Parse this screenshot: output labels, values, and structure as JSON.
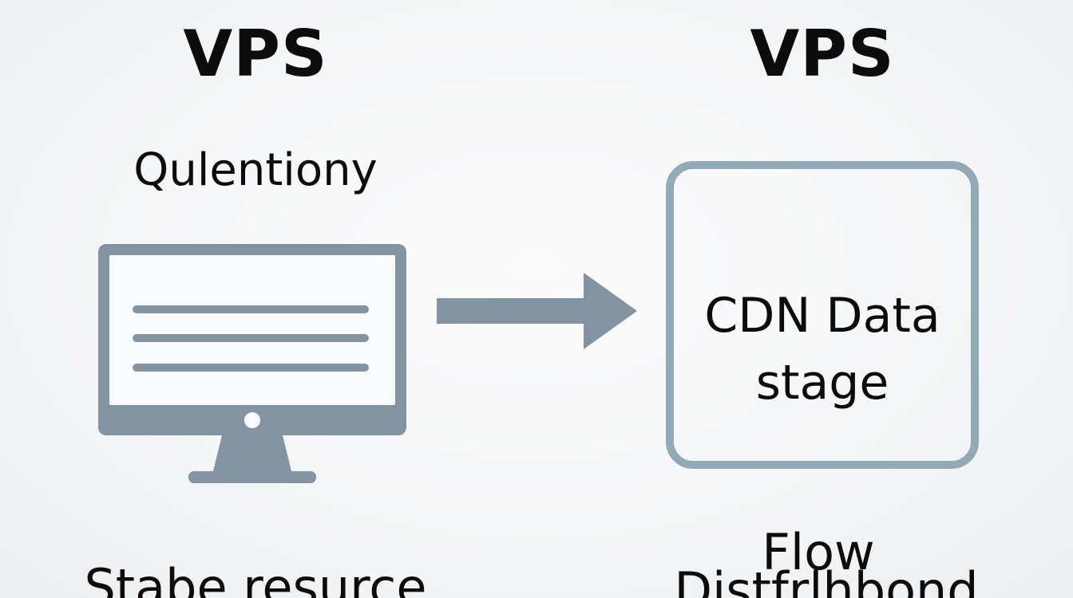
{
  "left": {
    "heading": "VPS",
    "subtitle": "Qulentiony",
    "bottom_label": "Stabe resurce"
  },
  "right": {
    "heading": "VPS",
    "box_label": "CDN Data stage",
    "bottom_label_line1": "Flow",
    "bottom_label_line2": "Distfrlhbond"
  },
  "icons": {
    "monitor": "computer-monitor-icon",
    "arrow": "right-arrow-icon"
  },
  "colors": {
    "icon_gray": "#8493a2",
    "box_border": "#93aab6",
    "background": "#f1f2f4",
    "text": "#0c0c0c"
  }
}
